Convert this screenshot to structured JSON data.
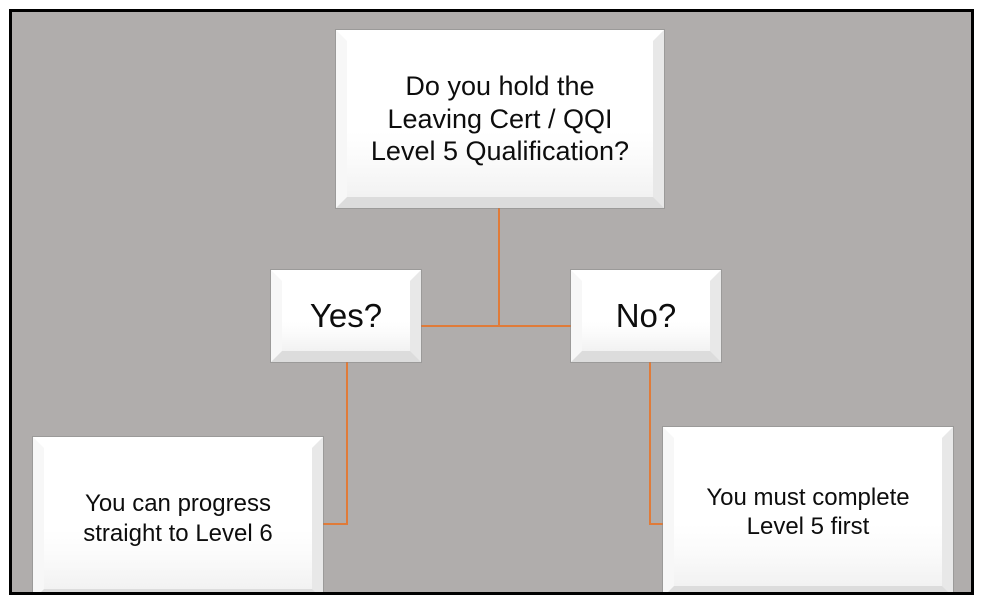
{
  "canvas": {
    "background_color": "#b0adac",
    "border_color": "#000000",
    "page_background": "#ffffff"
  },
  "style": {
    "connector_color": "#e07b39",
    "box_fill": "#ffffff",
    "text_color": "#0d0d0d"
  },
  "flowchart": {
    "type": "decision-tree",
    "nodes": [
      {
        "id": "question",
        "role": "decision",
        "text": "Do you hold the\nLeaving Cert / QQI\nLevel 5 Qualification?"
      },
      {
        "id": "yes",
        "role": "branch-label",
        "text": "Yes?"
      },
      {
        "id": "no",
        "role": "branch-label",
        "text": "No?"
      },
      {
        "id": "outcome_yes",
        "role": "outcome",
        "text": "You can progress\nstraight to Level 6"
      },
      {
        "id": "outcome_no",
        "role": "outcome",
        "text": "You must complete\nLevel 5 first"
      }
    ],
    "edges": [
      {
        "from": "question",
        "to": "yes"
      },
      {
        "from": "question",
        "to": "no"
      },
      {
        "from": "yes",
        "to": "outcome_yes"
      },
      {
        "from": "no",
        "to": "outcome_no"
      }
    ]
  }
}
